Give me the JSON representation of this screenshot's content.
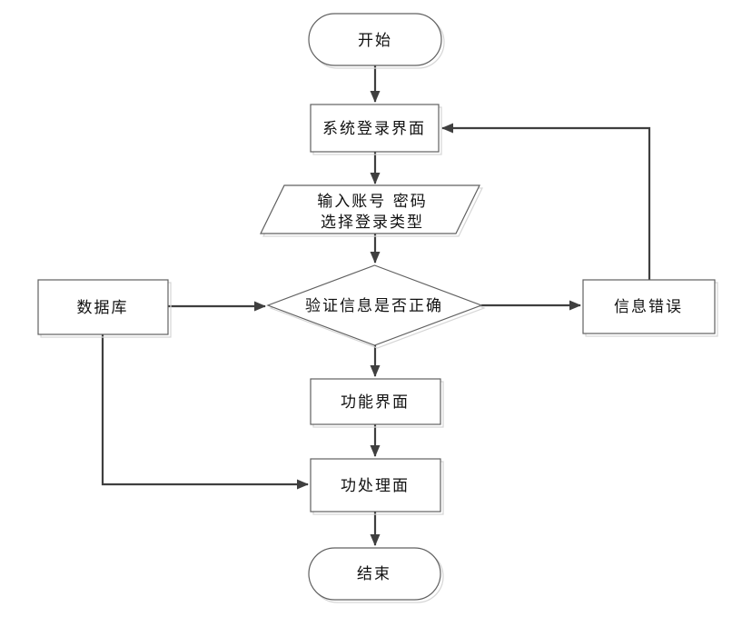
{
  "diagram": {
    "type": "flowchart",
    "background": "#ffffff",
    "colors": {
      "edge_line": "#3f3f3f",
      "node_border": "#606060",
      "node_fill": "#ffffff",
      "node_shadow": "#d6d6d6",
      "text": "#111111"
    },
    "nodes": {
      "start": {
        "label": "开始",
        "shape": "terminator"
      },
      "login": {
        "label": "系统登录界面",
        "shape": "process"
      },
      "input": {
        "line1": "输入账号 密码",
        "line2": "选择登录类型",
        "shape": "data-parallelogram"
      },
      "verify": {
        "label": "验证信息是否正确",
        "shape": "decision"
      },
      "database": {
        "label": "数据库",
        "shape": "process"
      },
      "error": {
        "label": "信息错误",
        "shape": "process"
      },
      "function": {
        "label": "功能界面",
        "shape": "process"
      },
      "process": {
        "label": "功处理面",
        "shape": "process"
      },
      "end": {
        "label": "结束",
        "shape": "terminator"
      }
    },
    "edges": [
      {
        "from": "start",
        "to": "login"
      },
      {
        "from": "login",
        "to": "input"
      },
      {
        "from": "input",
        "to": "verify"
      },
      {
        "from": "database",
        "to": "verify"
      },
      {
        "from": "verify",
        "to": "error"
      },
      {
        "from": "error",
        "to": "login"
      },
      {
        "from": "verify",
        "to": "function"
      },
      {
        "from": "function",
        "to": "process"
      },
      {
        "from": "database",
        "to": "process"
      },
      {
        "from": "process",
        "to": "end"
      }
    ]
  }
}
